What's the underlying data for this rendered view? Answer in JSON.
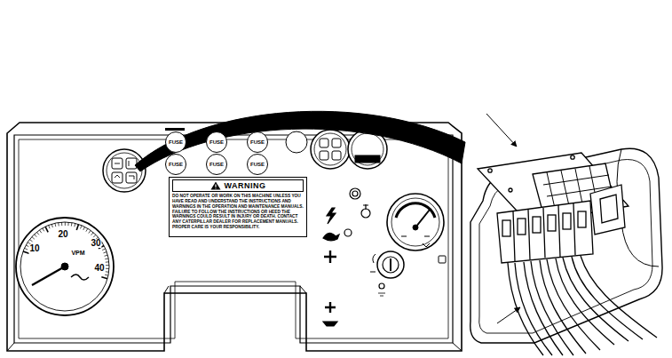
{
  "diagram": {
    "nodes": [
      {
        "text": [
          "FUSE"
        ]
      },
      {
        "text": [
          "FUSE"
        ]
      },
      {
        "text": [
          "FUSE"
        ]
      },
      {
        "text": [
          "FUSE"
        ]
      },
      {
        "text": [
          "FUSE"
        ]
      },
      {
        "text": [
          "FUSE"
        ]
      },
      {
        "text": [
          "WARNING",
          "DO NOT OPERATE OR WORK ON THIS MACHINE UNLESS YOU HAVE READ AND UNDERSTAND THE INSTRUCTIONS AND WARNINGS IN THE OPERATION AND MAINTENANCE MANUALS. FAILURE TO FOLLOW THE INSTRUCTIONS OR HEED THE WARNINGS COULD RESULT IN INJURY OR DEATH. CONTACT ANY CATERPILLAR DEALER FOR REPLACEMENT MANUALS. PROPER CARE IS YOUR RESPONSIBILITY."
        ]
      },
      {
        "text": [
          "10",
          "20",
          "30",
          "40",
          "VPM"
        ]
      }
    ]
  }
}
